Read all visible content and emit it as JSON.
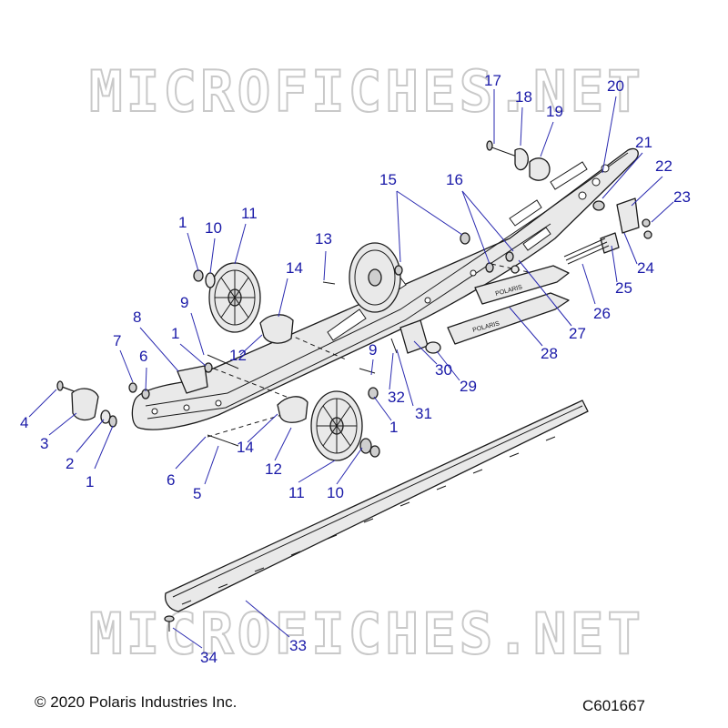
{
  "watermark": {
    "top_text": "MICROFICHES.NET",
    "bottom_text": "MICROFICHES.NET"
  },
  "copyright": "© 2020 Polaris Industries Inc.",
  "figure_code": "C601667",
  "rail_brand": "POLARIS",
  "colors": {
    "callout": "#1a1aa8",
    "leader": "#2a2ab0",
    "line_art": "#1a1a1a",
    "watermark": "#c9c9c9"
  },
  "callouts": [
    "1",
    "1",
    "1",
    "1",
    "2",
    "3",
    "4",
    "5",
    "6",
    "6",
    "7",
    "8",
    "9",
    "9",
    "10",
    "10",
    "11",
    "11",
    "12",
    "12",
    "13",
    "14",
    "14",
    "15",
    "16",
    "17",
    "18",
    "19",
    "20",
    "21",
    "22",
    "23",
    "24",
    "25",
    "26",
    "27",
    "28",
    "29",
    "30",
    "31",
    "32",
    "33",
    "34"
  ]
}
